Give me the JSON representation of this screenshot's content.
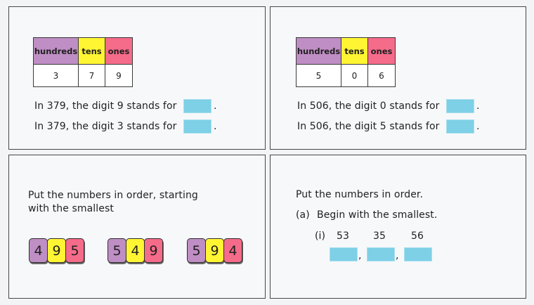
{
  "colors": {
    "hundreds": "#bf8ec4",
    "tens": "#fff533",
    "ones": "#f56b8a",
    "answer_box": "#7dd0e6"
  },
  "panel1": {
    "table": {
      "headers": [
        "hundreds",
        "tens",
        "ones"
      ],
      "values": [
        "3",
        "7",
        "9"
      ]
    },
    "questions": [
      "In 379, the digit 9 stands for",
      "In 379, the digit 3 stands for"
    ],
    "terminator": "."
  },
  "panel2": {
    "table": {
      "headers": [
        "hundreds",
        "tens",
        "ones"
      ],
      "values": [
        "5",
        "0",
        "6"
      ]
    },
    "questions": [
      "In 506, the digit 0 stands for",
      "In 506, the digit 5 stands for"
    ],
    "terminator": "."
  },
  "panel3": {
    "instruction_line1": "Put the numbers in order, starting",
    "instruction_line2": "with the smallest",
    "numbers": [
      [
        "4",
        "9",
        "5"
      ],
      [
        "5",
        "4",
        "9"
      ],
      [
        "5",
        "9",
        "4"
      ]
    ]
  },
  "panel4": {
    "instruction": "Put the numbers in order.",
    "part_label": "(a)",
    "part_text": "Begin with the smallest.",
    "sub_label": "(i)",
    "numbers": [
      "53",
      "35",
      "56"
    ],
    "separator": ","
  }
}
